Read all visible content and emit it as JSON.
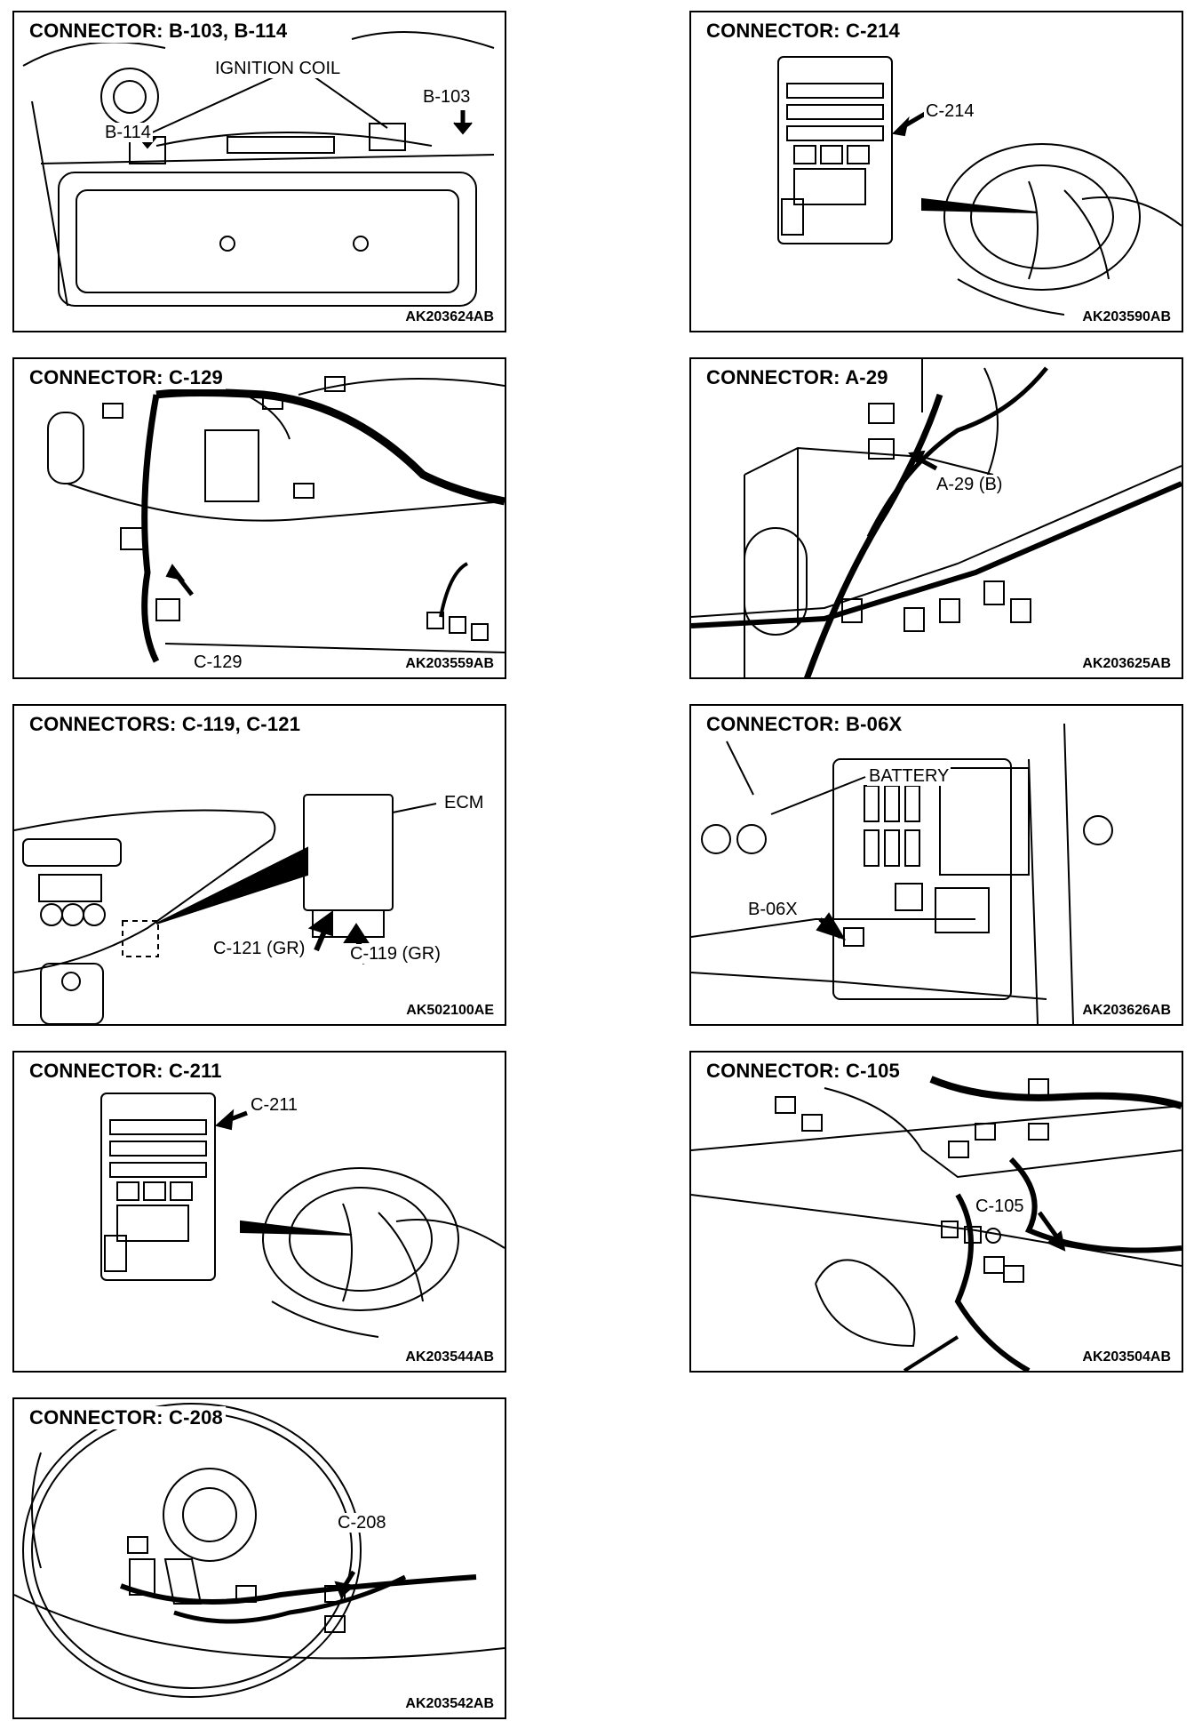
{
  "panels": [
    {
      "title": "CONNECTOR: B-103, B-114",
      "code": "AK203624AB",
      "labels": [
        "IGNITION COIL",
        "B-103",
        "B-114"
      ]
    },
    {
      "title": "CONNECTOR: C-214",
      "code": "AK203590AB",
      "labels": [
        "C-214"
      ]
    },
    {
      "title": "CONNECTOR: C-129",
      "code": "AK203559AB",
      "labels": [
        "C-129"
      ]
    },
    {
      "title": "CONNECTOR: A-29",
      "code": "AK203625AB",
      "labels": [
        "A-29 (B)"
      ]
    },
    {
      "title": "CONNECTORS: C-119, C-121",
      "code": "AK502100AE",
      "labels": [
        "ECM",
        "C-121 (GR)",
        "C-119 (GR)"
      ]
    },
    {
      "title": "CONNECTOR: B-06X",
      "code": "AK203626AB",
      "labels": [
        "BATTERY",
        "B-06X"
      ]
    },
    {
      "title": "CONNECTOR: C-211",
      "code": "AK203544AB",
      "labels": [
        "C-211"
      ]
    },
    {
      "title": "CONNECTOR: C-105",
      "code": "AK203504AB",
      "labels": [
        "C-105"
      ]
    },
    {
      "title": "CONNECTOR: C-208",
      "code": "AK203542AB",
      "labels": [
        "C-208"
      ]
    }
  ]
}
